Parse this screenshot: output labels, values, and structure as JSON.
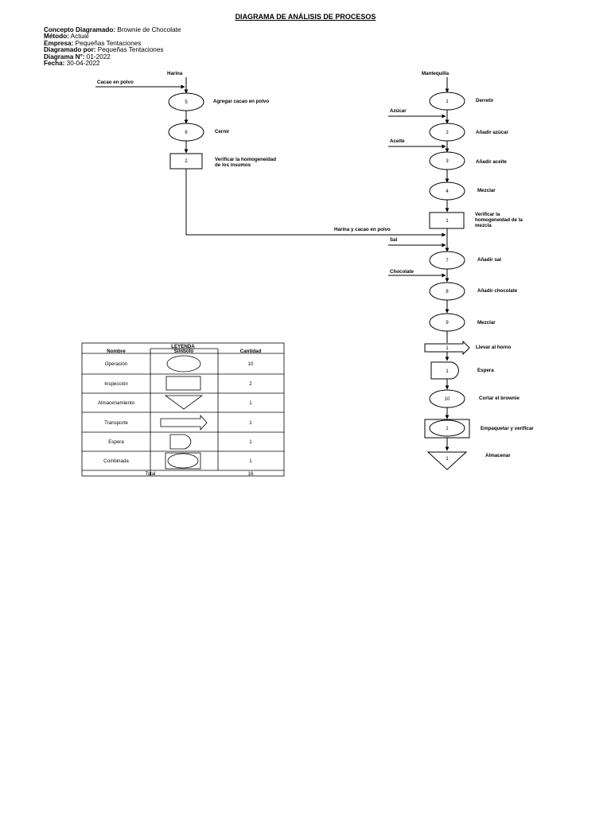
{
  "title": "DIAGRAMA DE ANÁLISIS DE PROCESOS",
  "header": {
    "concepto_label": "Concepto Diagramado:",
    "concepto_value": " Brownie de Chocolate",
    "metodo_label": "Método:",
    "metodo_value": " Actual",
    "empresa_label": "Empresa:",
    "empresa_value": " Pequeñas Tentaciones",
    "diagramado_label": "Diagramado por:",
    "diagramado_value": " Pequeñas Tentaciones",
    "diagrama_label": "Diagrama N°:",
    "diagrama_value": " 01-2022",
    "fecha_label": "Fecha:",
    "fecha_value": " 30-04-2022"
  },
  "inputs": {
    "harina": "Harina",
    "cacao": "Cacao en polvo",
    "mantequilla": "Mantequilla",
    "azucar": "Azúcar",
    "aceite": "Aceite",
    "harina_cacao": "Harina y cacao en polvo",
    "sal": "Sal",
    "chocolate": "Chocolate"
  },
  "left_steps": {
    "s5_num": "5",
    "s5_label": "Agregar cacao en polvo",
    "s6_num": "6",
    "s6_label": "Cernir",
    "i2_num": "2",
    "i2_label_1": "Verificar la homogeneidad",
    "i2_label_2": "de los insumos"
  },
  "right_steps": {
    "s1_num": "1",
    "s1_label": "Derretir",
    "s2_num": "2",
    "s2_label": "Añadir azúcar",
    "s3_num": "3",
    "s3_label": "Añadir aceite",
    "s4_num": "4",
    "s4_label": "Mezclar",
    "i1_num": "1",
    "i1_label_1": "Verificar la",
    "i1_label_2": "homogeneidad de la",
    "i1_label_3": "mezcla",
    "s7_num": "7",
    "s7_label": "Añadir sal",
    "s8_num": "8",
    "s8_label": "Añadir chocolate",
    "s9_num": "9",
    "s9_label": "Mezclar",
    "t1_num": "1",
    "t1_label": "Llevar al horno",
    "d1_num": "1",
    "d1_label": "Espera",
    "s10_num": "10",
    "s10_label": "Cortar el brownie",
    "c1_num": "1",
    "c1_label": "Empaquetar y verificar",
    "a1_num": "1",
    "a1_label": "Almacenar"
  },
  "legend": {
    "title": "LEYENDA",
    "col_nombre": "Nombre",
    "col_simbolo": "Símbolo",
    "col_cantidad": "Cantidad",
    "rows": [
      {
        "nombre": "Operación",
        "cantidad": "10"
      },
      {
        "nombre": "Inspección",
        "cantidad": "2"
      },
      {
        "nombre": "Almacenamiento",
        "cantidad": "1"
      },
      {
        "nombre": "Transporte",
        "cantidad": "1"
      },
      {
        "nombre": "Espera",
        "cantidad": "1"
      },
      {
        "nombre": "Combinada",
        "cantidad": "1"
      }
    ],
    "total_label": "Total",
    "total_value": "16"
  }
}
